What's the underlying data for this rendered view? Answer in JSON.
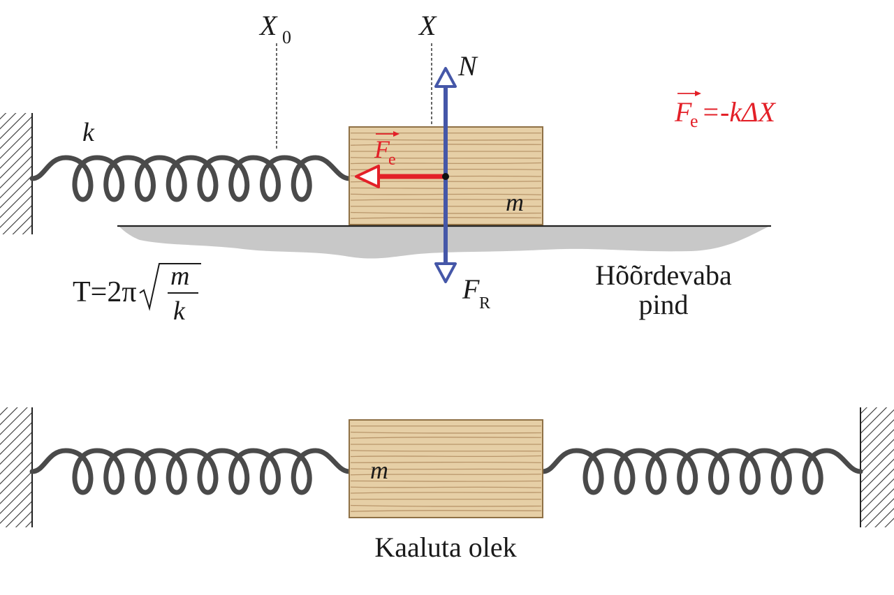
{
  "colors": {
    "spring": "#4a4a4a",
    "wood_fill": "#e6cfa6",
    "wood_grain": "#b9966b",
    "wood_border": "#8f7146",
    "force_red": "#e32028",
    "force_blue": "#4557a8",
    "ground": "#c8c8c8",
    "text": "#1a1a1a",
    "formula_red": "#e32028"
  },
  "top_diagram": {
    "spring_label": "k",
    "mass_label": "m",
    "equilibrium_label": "X",
    "equilibrium_sub": "0",
    "position_label": "X",
    "normal_force_label": "N",
    "gravity_label": "F",
    "gravity_sub": "R",
    "elastic_force_label": "F",
    "elastic_force_sub": "e",
    "formula": {
      "lhs": "F",
      "lhs_sub": "e",
      "rhs": "=-kΔX"
    },
    "period_formula": {
      "lhs": "T=2π",
      "numerator": "m",
      "denominator": "k"
    },
    "surface_caption_line1": "Hõõrdevaba",
    "surface_caption_line2": "pind"
  },
  "bottom_diagram": {
    "mass_label": "m",
    "caption": "Kaaluta olek"
  },
  "icons": {
    "left_wall": "hatched-wall-icon",
    "right_wall": "hatched-wall-icon",
    "spring": "coil-spring-icon"
  }
}
